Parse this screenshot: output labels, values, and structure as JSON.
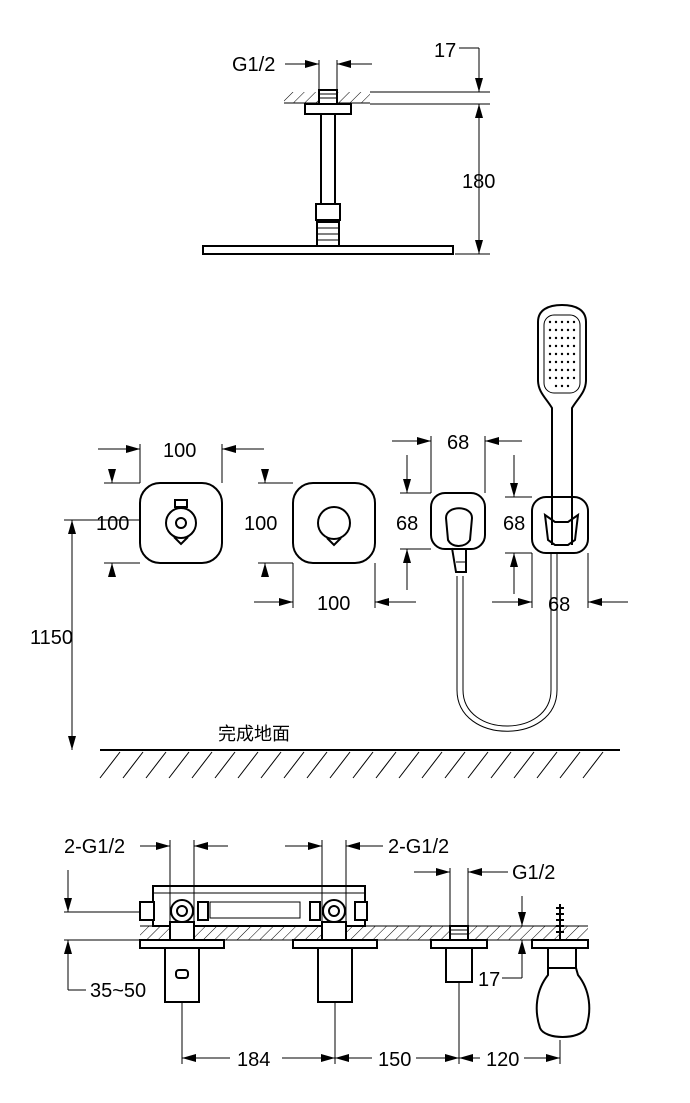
{
  "overhead_shower": {
    "thread_label": "G1/2",
    "wall_depth_label": "17",
    "height_label": "180"
  },
  "wall_panels": {
    "handle1_width": "100",
    "handle1_height": "100",
    "handle2_height": "100",
    "handle2_width": "100",
    "spout_width": "68",
    "spout_height": "68",
    "holder_height": "68",
    "holder_width": "68",
    "mount_height": "1150",
    "floor_label": "完成地面"
  },
  "installation": {
    "inlet_left_label": "2-G1/2",
    "inlet_right_label": "2-G1/2",
    "spout_thread_label": "G1/2",
    "depth_range_label": "35~50",
    "spout_depth_label": "17",
    "spacing_1": "184",
    "spacing_2": "150",
    "spacing_3": "120"
  }
}
